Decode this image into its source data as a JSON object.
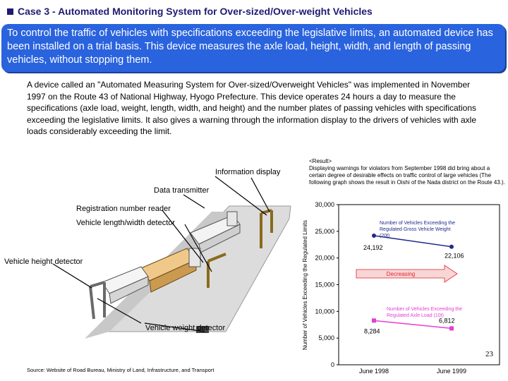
{
  "header": {
    "title": "Case 3 - Automated Monitoring System for Over-sized/Over-weight Vehicles"
  },
  "banner": {
    "text": "To control the traffic of vehicles with specifications exceeding the legislative limits, an automated device has been installed on a trial basis. This device measures the axle load, height, width, and length of passing vehicles, without stopping them."
  },
  "description": "A device called an \"Automated Measuring System for Over-sized/Overweight Vehicles\" was implemented in November 1997 on the Route 43 of National Highway, Hyogo Prefecture.  This device operates 24 hours a day to measure the specifications (axle load, weight, length, width, and height) and the number plates of passing vehicles with specifications exceeding the legislative limits.  It also gives a warning through the information display to the drivers of vehicles with axle loads considerably exceeding the limit.",
  "diagram": {
    "labels": {
      "info_display": "Information display",
      "data_transmitter": "Data transmitter",
      "reg_reader": "Registration number reader",
      "length_width": "Vehicle length/width detector",
      "height": "Vehicle height detector",
      "weight": "Vehicle weight detector"
    }
  },
  "result": {
    "heading": "<Result>",
    "text": "Displaying warnings for violators from September 1998 did bring about a certain degree of desirable effects on traffic control of large vehicles (The following graph shows the result in Oishi of the Nada district on the Route 43.)."
  },
  "chart_data": {
    "type": "line",
    "categories": [
      "June 1998",
      "June 1999"
    ],
    "ylabel": "Number of Vehicles Exceeding the Regulated Limits",
    "ylim": [
      0,
      30000
    ],
    "yticks": [
      "0",
      "5,000",
      "10,000",
      "15,000",
      "20,000",
      "25,000",
      "30,000"
    ],
    "series": [
      {
        "name": "Number of Vehicles Exceeding the Regulated Gross Vehicle Weight (20t)",
        "values": [
          24192,
          22106
        ],
        "labels": [
          "24,192",
          "22,106"
        ],
        "color": "#1f2a8c"
      },
      {
        "name": "Number of Vehicles Exceeding the Regulated Axle Load (10t)",
        "values": [
          8284,
          6812
        ],
        "labels": [
          "8,284",
          "6,812"
        ],
        "color": "#e43fd0"
      }
    ],
    "annotation": "Decreasing",
    "annotation_color": "#e8232a"
  },
  "footer": {
    "source": "Source: Website of Road Bureau, Ministry of Land, Infrastructure, and Transport",
    "page": "23"
  }
}
